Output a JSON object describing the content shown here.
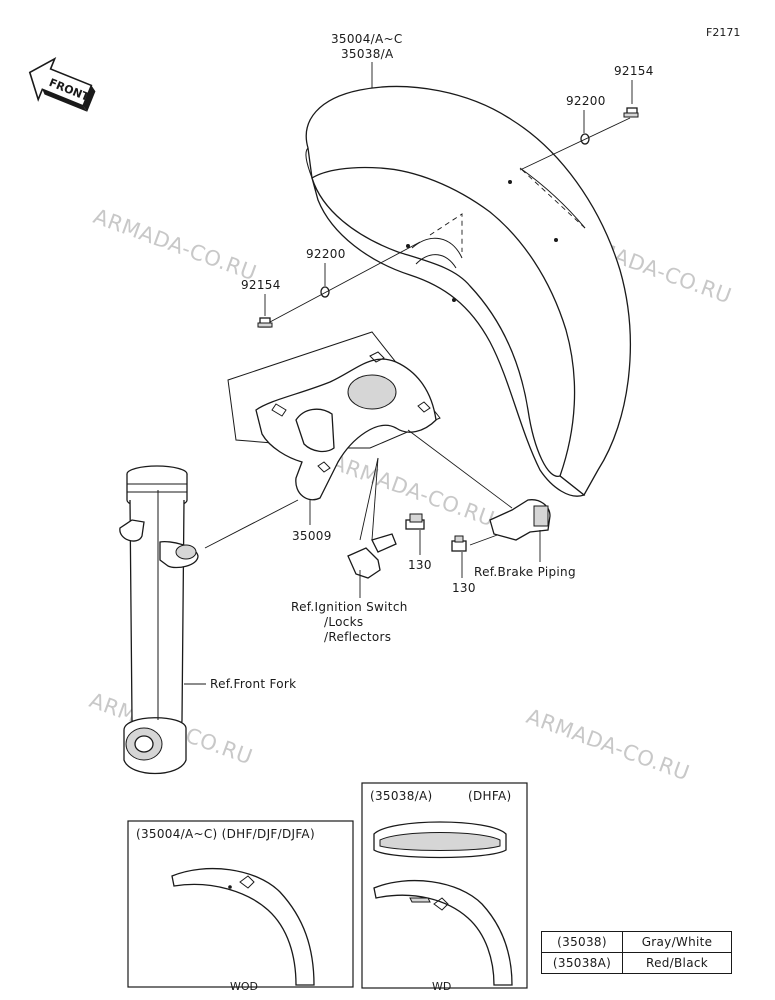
{
  "figure_code": "F2171",
  "front_badge": "FRONT",
  "watermark": "ARMADA-CO.RU",
  "callouts": {
    "fender_a": "35004/A~C",
    "fender_b": "35038/A",
    "bolt_right": "92154",
    "washer_right": "92200",
    "washer_left": "92200",
    "bolt_left": "92154",
    "bracket": "35009",
    "bolt_130_a": "130",
    "bolt_130_b": "130",
    "ref_brake": "Ref.Brake Piping",
    "ref_ignition_1": "Ref.Ignition Switch",
    "ref_ignition_2": "/Locks",
    "ref_ignition_3": "/Reflectors",
    "ref_fork": "Ref.Front Fork"
  },
  "variant_wod": {
    "header": "(35004/A~C)  (DHF/DJF/DJFA)",
    "caption": "WOD"
  },
  "variant_wd": {
    "header_code": "(35038/A)",
    "header_model": "(DHFA)",
    "caption": "WD"
  },
  "color_table": [
    {
      "code": "(35038)",
      "color": "Gray/White"
    },
    {
      "code": "(35038A)",
      "color": "Red/Black"
    }
  ]
}
